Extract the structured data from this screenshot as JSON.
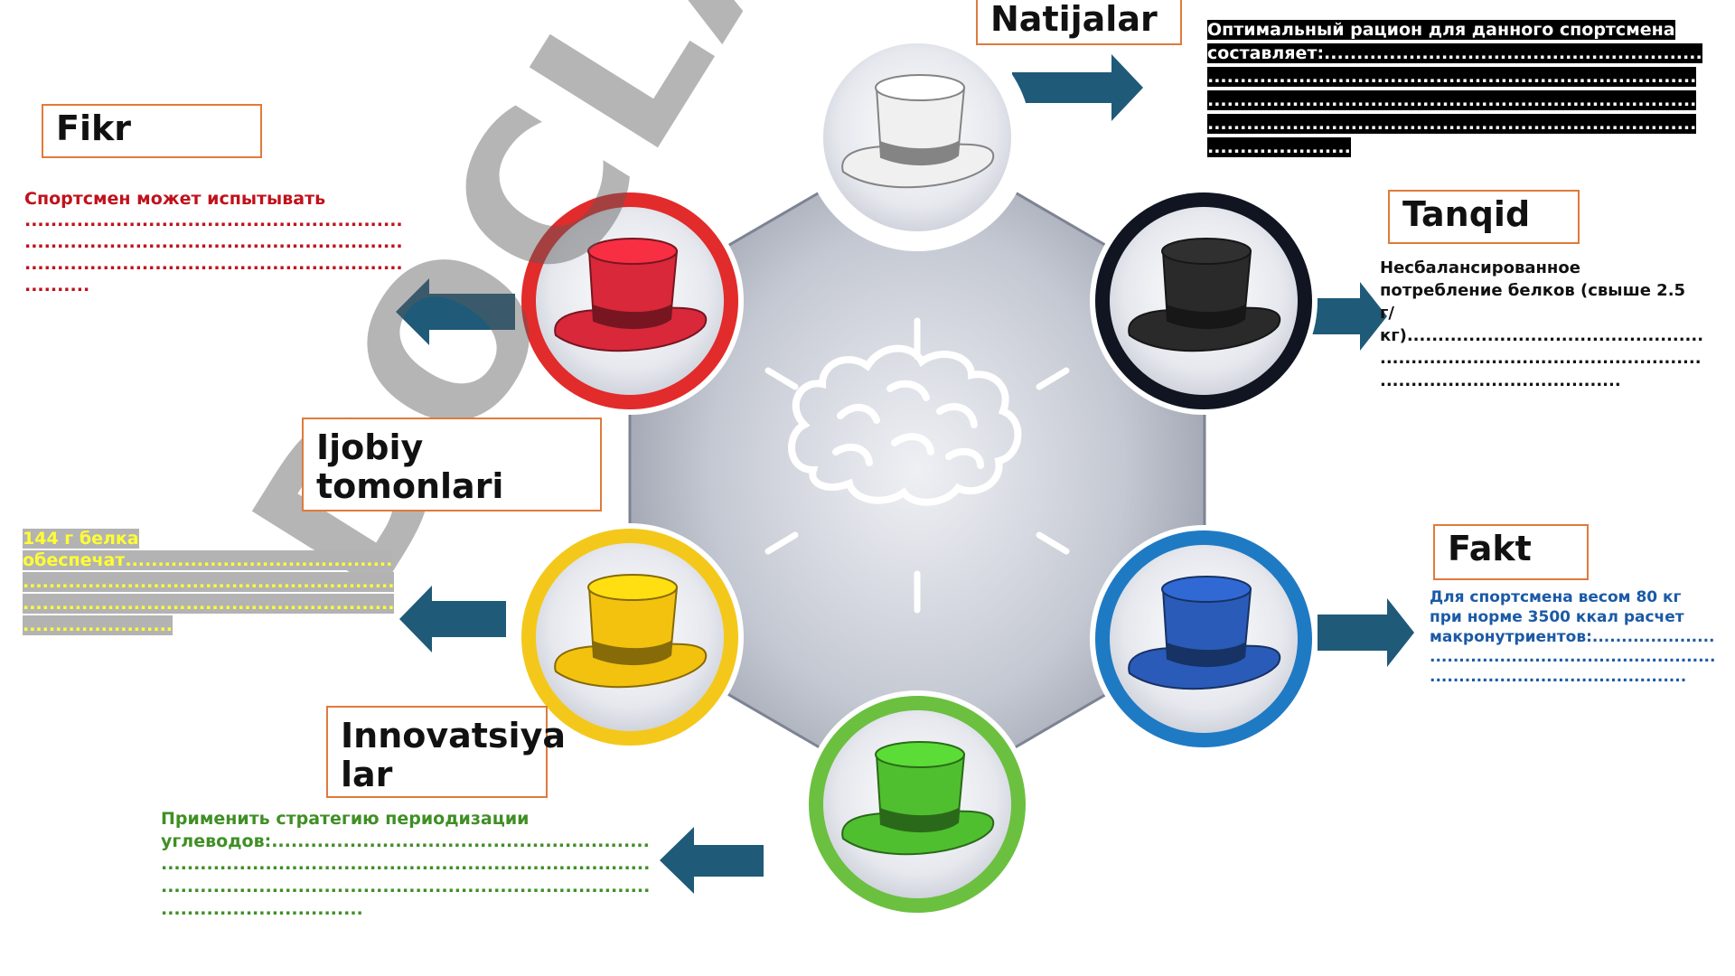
{
  "hats": [
    {
      "name": "white",
      "color": "#f0f0f0",
      "ring": "#ffffff"
    },
    {
      "name": "black",
      "color": "#2a2a2a",
      "ring": "#111522"
    },
    {
      "name": "blue",
      "color": "#2a5bb8",
      "ring": "#1f7ac4"
    },
    {
      "name": "green",
      "color": "#4fbf2f",
      "ring": "#6cc040"
    },
    {
      "name": "yellow",
      "color": "#f3c20f",
      "ring": "#f4c81b"
    },
    {
      "name": "red",
      "color": "#d8283a",
      "ring": "#e22b2b"
    }
  ],
  "labels": {
    "natijalar": "Natijalar",
    "fikr": "Fikr",
    "tanqid": "Tanqid",
    "ijobiy": "Ijobiy tomonlari",
    "fakt": "Fakt",
    "innovatsiyalar_line1": "Innovatsiya",
    "innovatsiyalar_line2": "lar"
  },
  "texts": {
    "natijalar": "Оптимальный рацион для данного спортсмена составляет:.................................................................................................................................................................................................................................................................................................................",
    "fikr": "Спортсмен может испытывать ........................................................................................................................................................................................",
    "tanqid": "Несбалансированное потребление белков (свыше 2.5 г/кг)...........................................................................................................................................",
    "ijobiy": "144 г белка обеспечат",
    "ijobiy_dots": "..................................................................................................................................................................................",
    "fakt": "Для спортсмена весом 80 кг при норме 3500 ккал расчет макронутриентов:..................................................................................................................",
    "innovatsiyalar": "Применить стратегию периодизации углеводов:..............................................................................................................................................................................................................................................."
  },
  "colors": {
    "accent_box": "#e07a3c",
    "arrow": "#1f5a78",
    "fikr_text": "#c0121c",
    "fakt_text": "#1b5aa6",
    "innov_text": "#3f8f25",
    "tanqid_text": "#111111",
    "hexagon": "#a7acba"
  },
  "watermark": "DOCLAB.UZ",
  "icons": [
    "brain-icon",
    "top-hat-icon",
    "arrow-right-icon",
    "arrow-left-icon"
  ]
}
